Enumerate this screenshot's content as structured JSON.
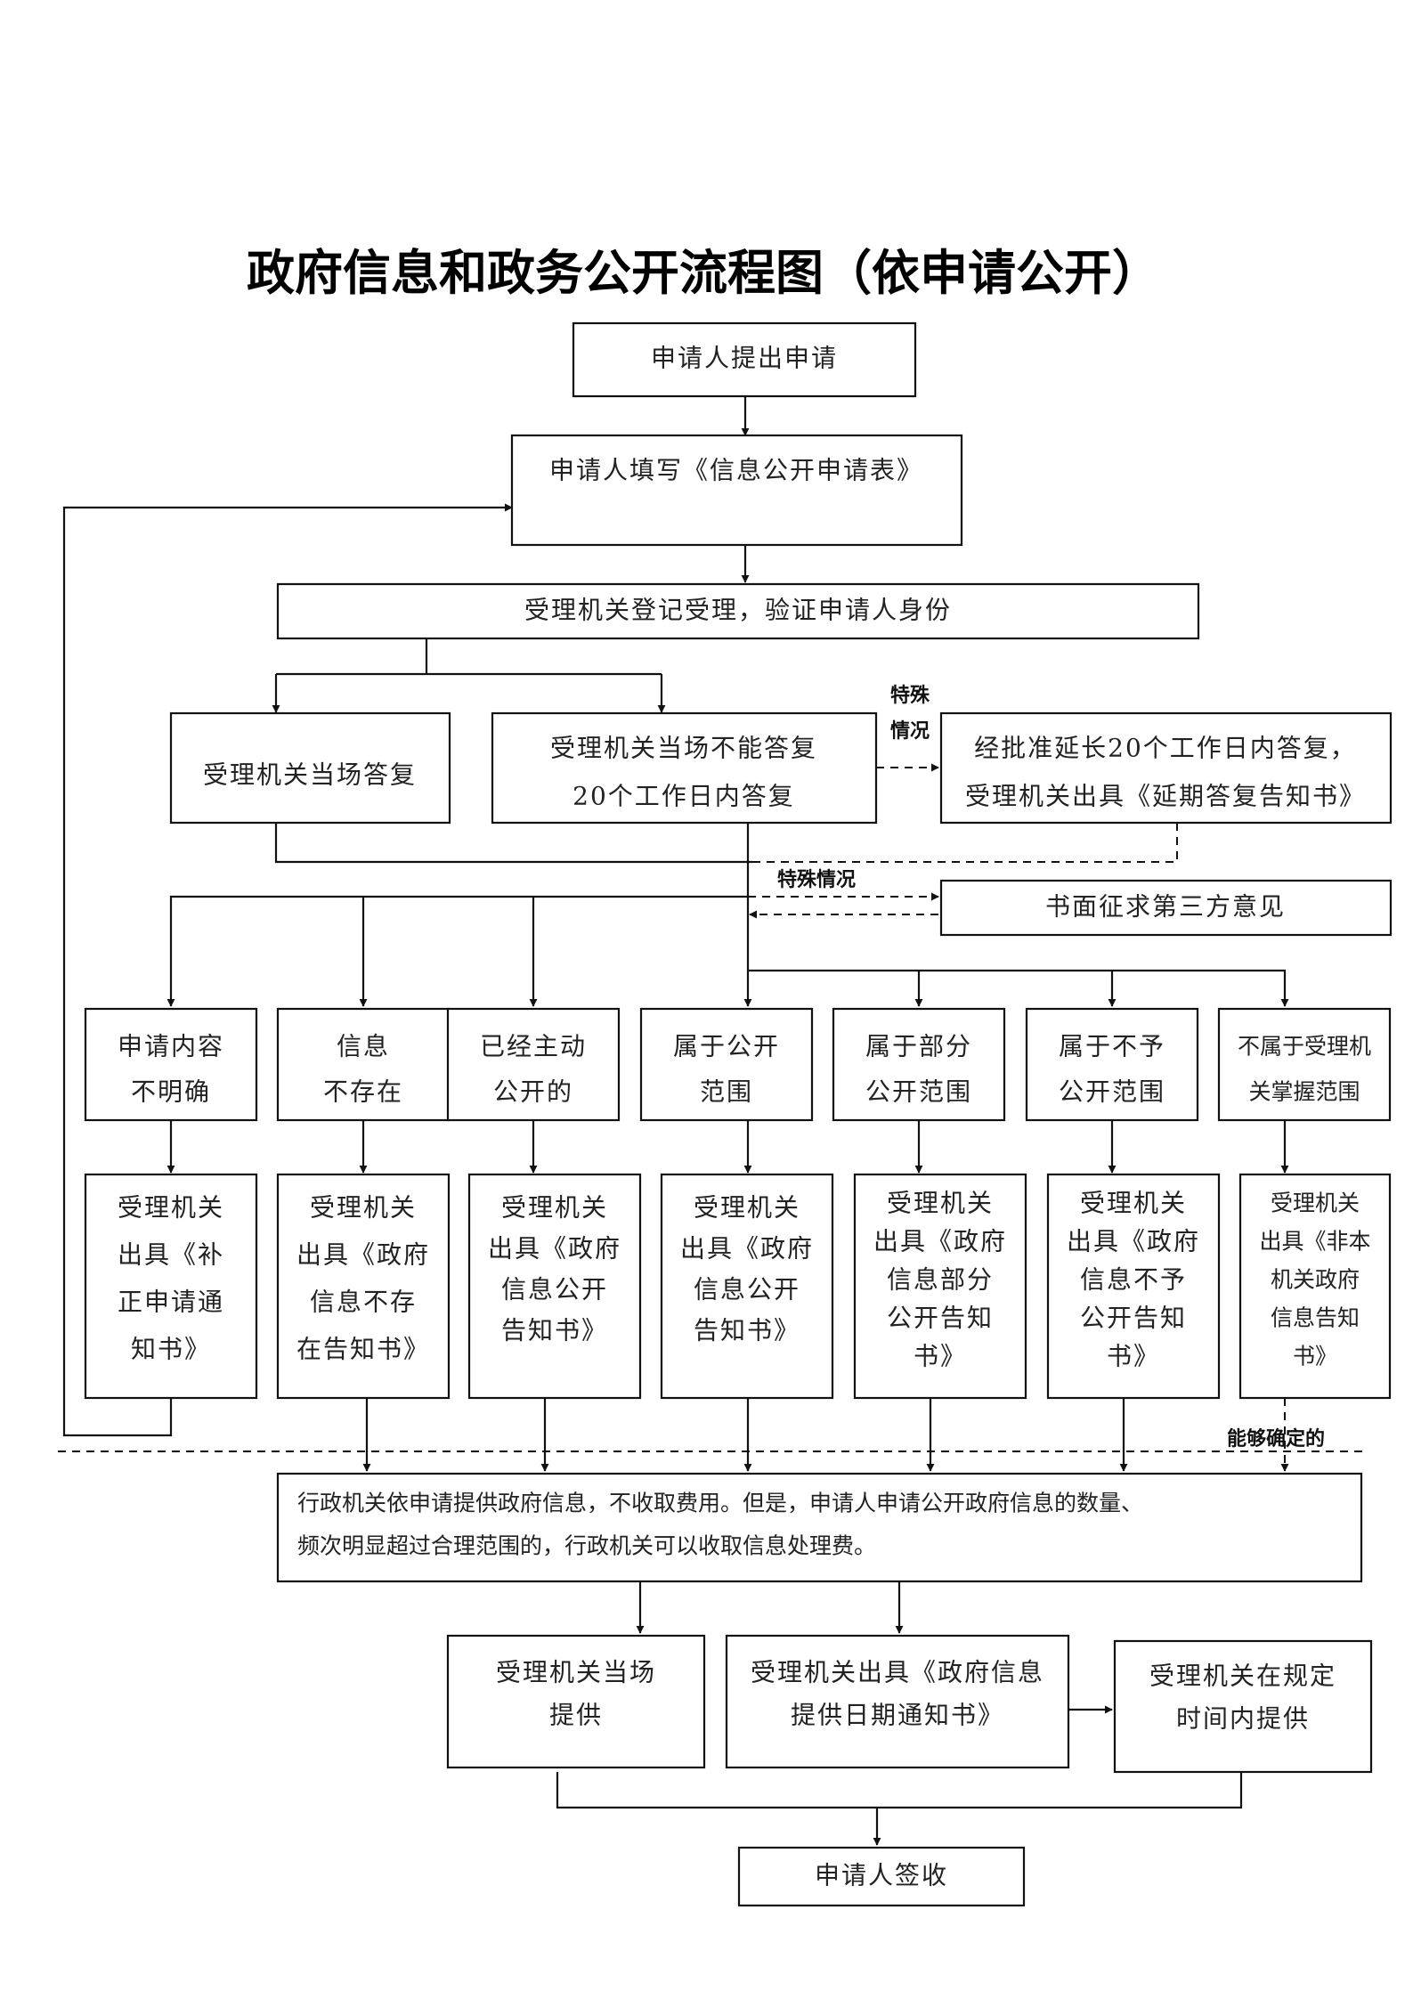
{
  "title": "政府信息和政务公开流程图（依申请公开）",
  "nodes": {
    "apply": "申请人提出申请",
    "fill_form": "申请人填写《信息公开申请表》",
    "register": "受理机关登记受理，验证申请人身份",
    "reply_onsite": "受理机关当场答复",
    "cannot_reply": [
      "受理机关当场不能答复",
      "20个工作日内答复"
    ],
    "extend": [
      "经批准延长20个工作日内答复，",
      "受理机关出具《延期答复告知书》"
    ],
    "third_party": "书面征求第三方意见",
    "cat_unclear": [
      "申请内容",
      "不明确"
    ],
    "cat_not_exist": [
      "信息",
      "不存在"
    ],
    "cat_already_public": [
      "已经主动",
      "公开的"
    ],
    "cat_public": [
      "属于公开",
      "范围"
    ],
    "cat_partial": [
      "属于部分",
      "公开范围"
    ],
    "cat_not_public": [
      "属于不予",
      "公开范围"
    ],
    "cat_not_own": [
      "不属于受理机",
      "关掌握范围"
    ],
    "doc_correction": [
      "受理机关",
      "出具《补",
      "正申请通",
      "知书》"
    ],
    "doc_not_exist": [
      "受理机关",
      "出具《政府",
      "信息不存",
      "在告知书》"
    ],
    "doc_already_public": [
      "受理机关",
      "出具《政府",
      "信息公开",
      "告知书》"
    ],
    "doc_public": [
      "受理机关",
      "出具《政府",
      "信息公开",
      "告知书》"
    ],
    "doc_partial": [
      "受理机关",
      "出具《政府",
      "信息部分",
      "公开告知",
      "书》"
    ],
    "doc_not_public": [
      "受理机关",
      "出具《政府",
      "信息不予",
      "公开告知",
      "书》"
    ],
    "doc_not_own": [
      "受理机关",
      "出具《非本",
      "机关政府",
      "信息告知",
      "书》"
    ],
    "fee_rule": [
      "行政机关依申请提供政府信息，不收取费用。但是，申请人申请公开政府信息的数量、",
      "频次明显超过合理范围的，行政机关可以收取信息处理费。"
    ],
    "provide_onsite": [
      "受理机关当场",
      "提供"
    ],
    "date_notice": [
      "受理机关出具《政府信息",
      "提供日期通知书》"
    ],
    "provide_later": [
      "受理机关在规定",
      "时间内提供"
    ],
    "sign": "申请人签收"
  },
  "edge_labels": {
    "special_1": [
      "特殊",
      "情况"
    ],
    "special_2": "特殊情况",
    "determinable": "能够确定的"
  }
}
